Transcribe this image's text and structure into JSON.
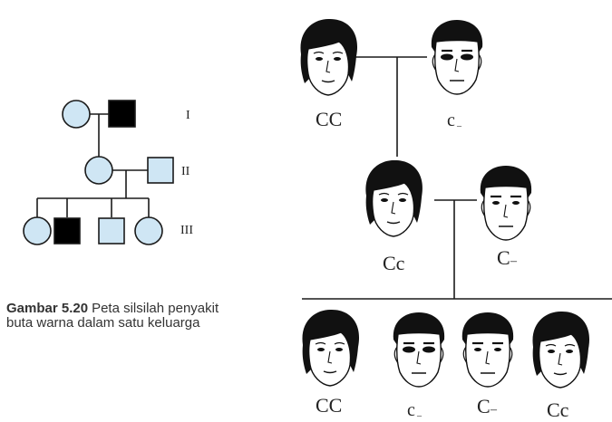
{
  "pedigree": {
    "generations": [
      "I",
      "II",
      "III"
    ],
    "colors": {
      "unaffected_fill": "#cfe6f4",
      "affected_fill": "#000000",
      "line": "#1a1a1a"
    }
  },
  "faces": {
    "grandmother": "CC",
    "grandfather": "c",
    "mother": "Cc",
    "father": "C",
    "child1": "CC",
    "child2": "c",
    "child3": "C",
    "child4": "Cc",
    "y_marker": "–"
  },
  "caption": {
    "label": "Gambar 5.20",
    "text": "Peta silsilah penyakit buta warna dalam satu keluarga"
  }
}
